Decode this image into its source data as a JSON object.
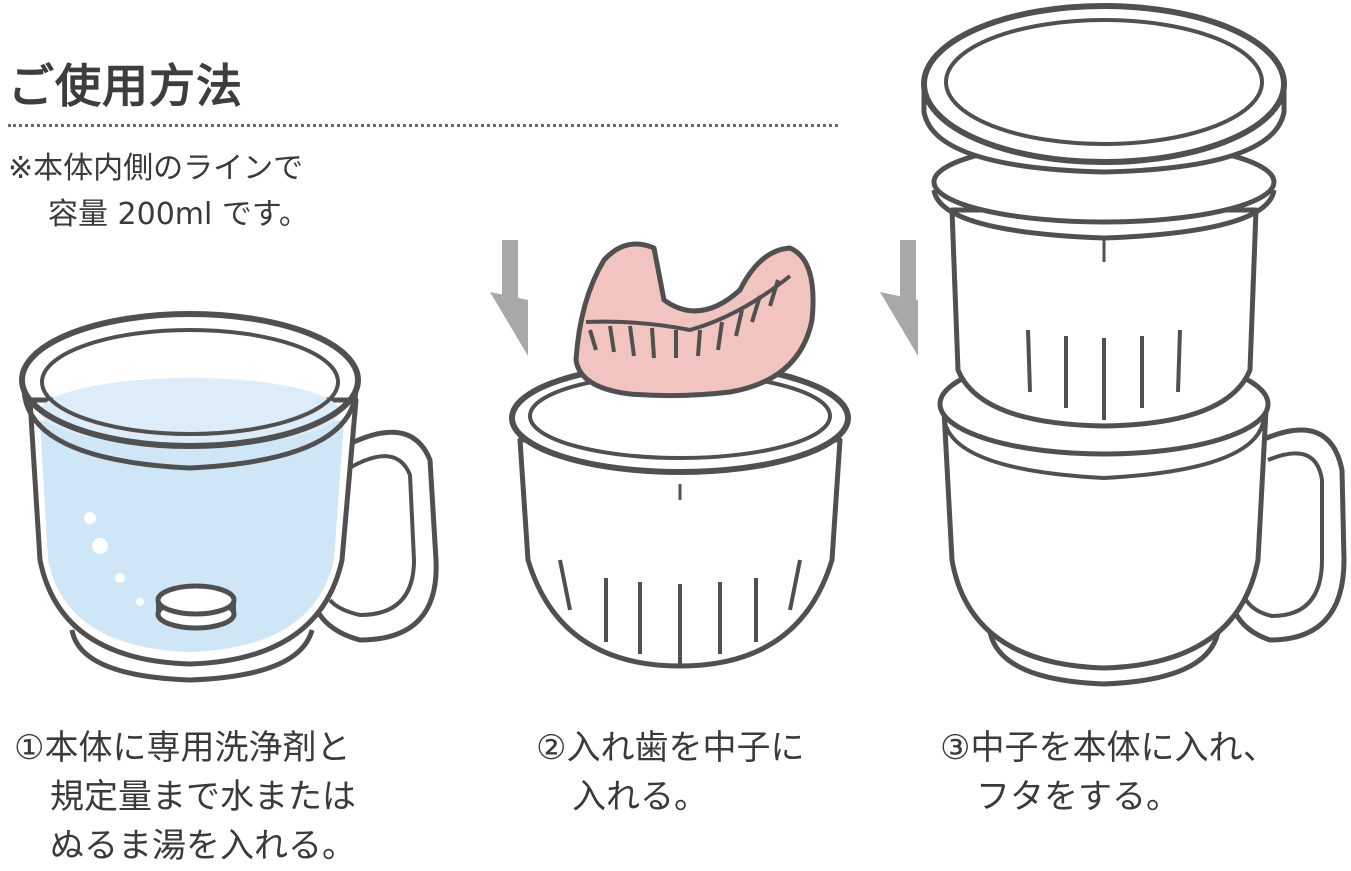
{
  "header": {
    "title": "ご使用方法",
    "note_line1": "※本体内側のラインで",
    "note_line2": "容量 200ml です。"
  },
  "steps": [
    {
      "line1": "①本体に専用洗浄剤と",
      "line2": "規定量まで水または",
      "line3": "ぬるま湯を入れる。"
    },
    {
      "line1": "②入れ歯を中子に",
      "line2": "入れる。"
    },
    {
      "line1": "③中子を本体に入れ、",
      "line2": "フタをする。"
    }
  ],
  "icons": {
    "cup_with_water": "denture-cup-with-water-icon",
    "inner_basket_with_denture": "denture-basket-icon",
    "assembled_cup": "assembled-denture-case-icon",
    "arrow": "down-arrow-icon"
  },
  "colors": {
    "outline": "#505050",
    "water": "#cfe6f7",
    "gum": "#f2c4c0",
    "arrow": "#a8a8a8"
  }
}
